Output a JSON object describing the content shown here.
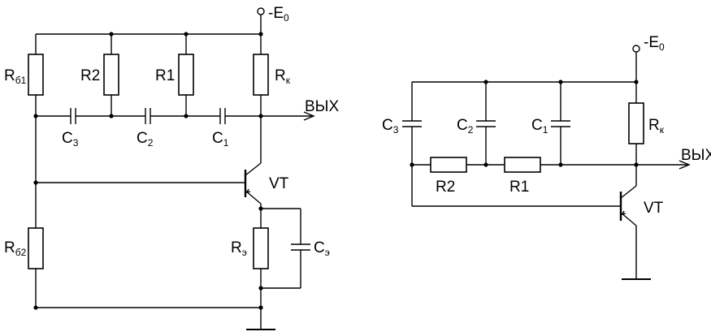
{
  "left_circuit": {
    "supply": "-E",
    "supply_sub": "0",
    "resistors": {
      "rb1": {
        "main": "R",
        "sub": "б1"
      },
      "r2": {
        "main": "R2",
        "sub": ""
      },
      "r1": {
        "main": "R1",
        "sub": ""
      },
      "rk": {
        "main": "R",
        "sub": "к"
      },
      "rb2": {
        "main": "R",
        "sub": "б2"
      },
      "re": {
        "main": "R",
        "sub": "э"
      }
    },
    "capacitors": {
      "c3": {
        "main": "C",
        "sub": "3"
      },
      "c2": {
        "main": "C",
        "sub": "2"
      },
      "c1": {
        "main": "C",
        "sub": "1"
      },
      "ce": {
        "main": "C",
        "sub": "э"
      }
    },
    "output": "ВЫХ",
    "transistor": "VT"
  },
  "right_circuit": {
    "supply": "-E",
    "supply_sub": "0",
    "capacitors": {
      "c3": {
        "main": "C",
        "sub": "3"
      },
      "c2": {
        "main": "C",
        "sub": "2"
      },
      "c1": {
        "main": "C",
        "sub": "1"
      }
    },
    "resistors": {
      "rk": {
        "main": "R",
        "sub": "к"
      },
      "r2": {
        "main": "R2",
        "sub": ""
      },
      "r1": {
        "main": "R1",
        "sub": ""
      }
    },
    "output": "ВЫХ",
    "transistor": "VT"
  }
}
